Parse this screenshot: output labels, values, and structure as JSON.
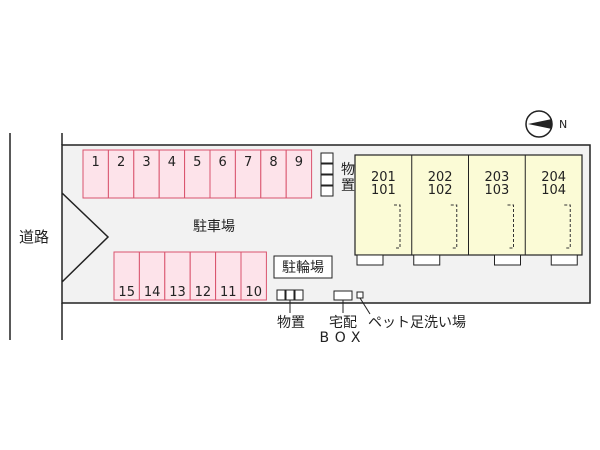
{
  "road_label": "道路",
  "parking_label": "駐車場",
  "bike_parking_label": "駐輪場",
  "storage_side_label": "物置",
  "storage_bottom_label": "物置",
  "delivery_box_label_line1": "宅配",
  "delivery_box_label_line2": "BOX",
  "pet_wash_label": "ペット足洗い場",
  "compass_label": "N",
  "parking_top": [
    "1",
    "2",
    "3",
    "4",
    "5",
    "6",
    "7",
    "8",
    "9"
  ],
  "parking_bottom": [
    "15",
    "14",
    "13",
    "12",
    "11",
    "10"
  ],
  "units": [
    {
      "upper": "201",
      "lower": "101"
    },
    {
      "upper": "202",
      "lower": "102"
    },
    {
      "upper": "203",
      "lower": "103"
    },
    {
      "upper": "204",
      "lower": "104"
    }
  ],
  "colors": {
    "parking_fill": "#fde3ea",
    "parking_stroke": "#d9536d",
    "lot_fill": "#f2f2f2",
    "building_fill": "#fbfbd6",
    "line": "#222222"
  }
}
